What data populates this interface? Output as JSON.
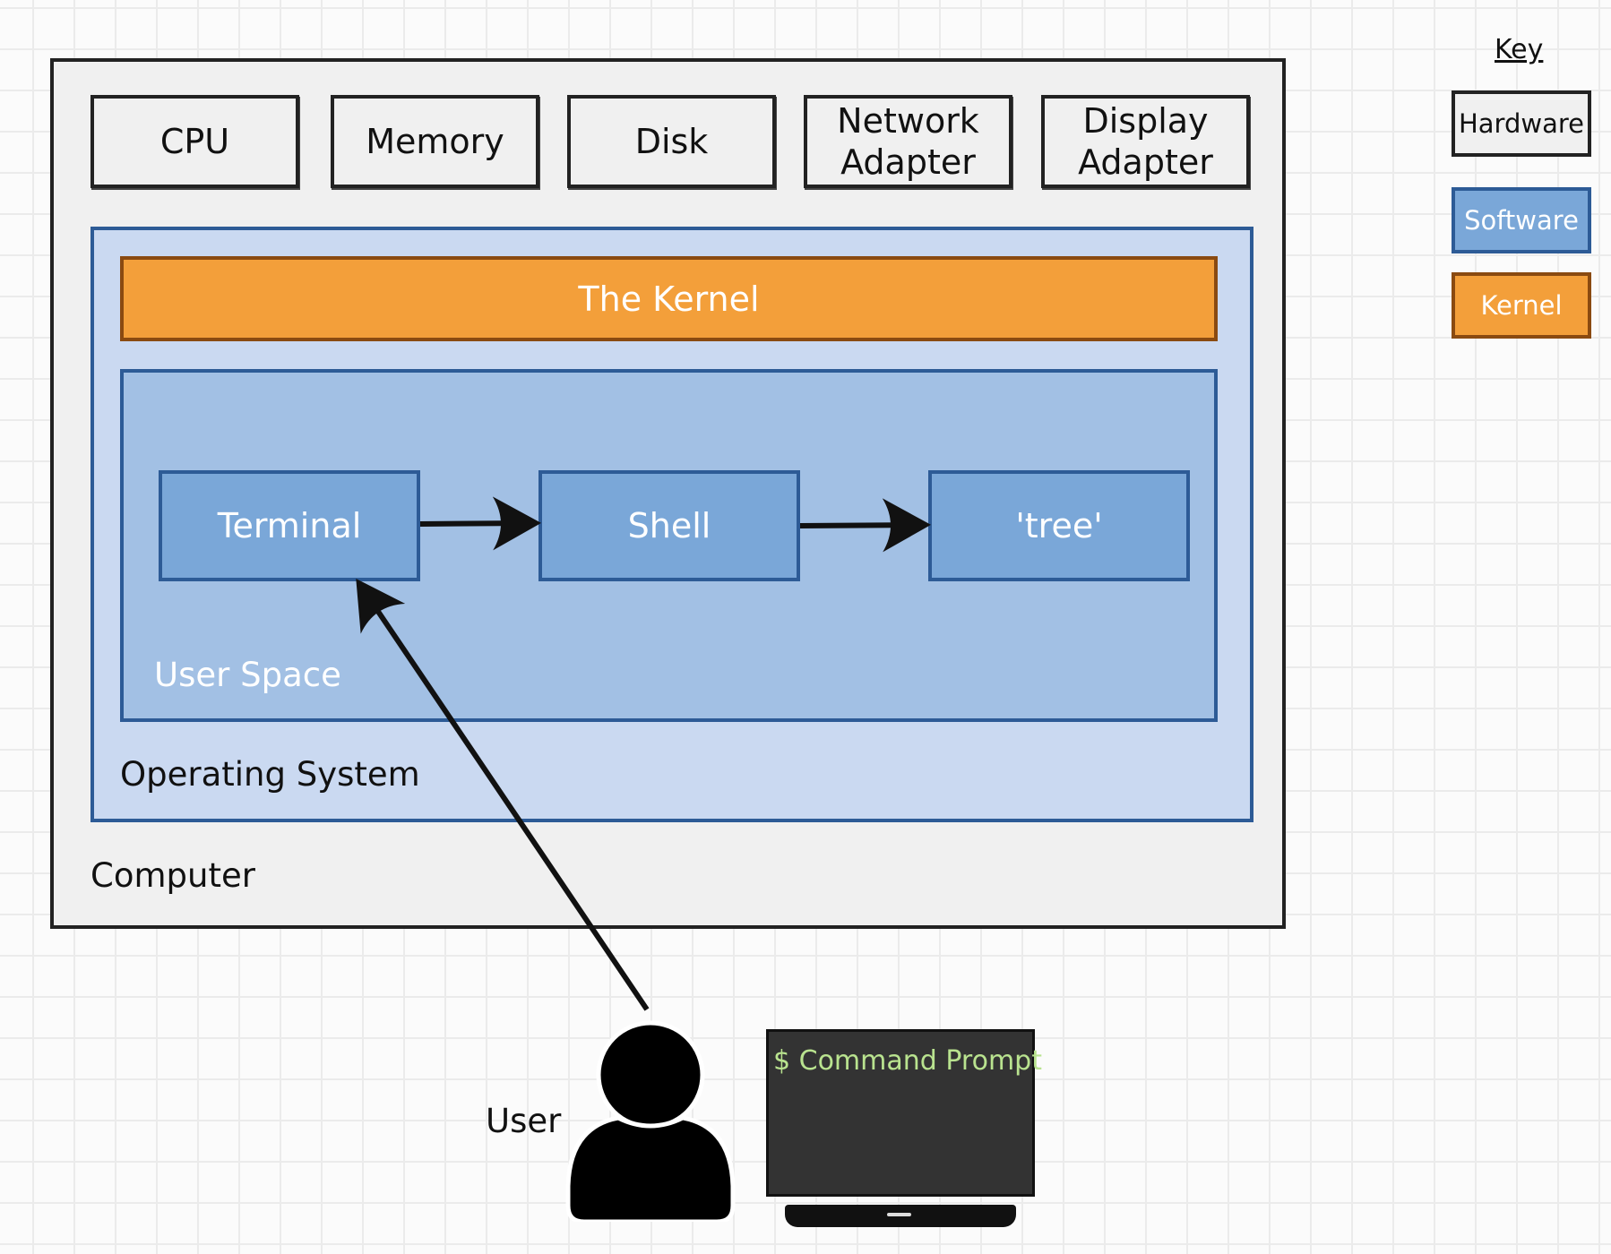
{
  "diagram": {
    "computer_label": "Computer",
    "os_label": "Operating System",
    "userspace_label": "User Space",
    "kernel_label": "The Kernel",
    "hardware": [
      "CPU",
      "Memory",
      "Disk",
      "Network\nAdapter",
      "Display\nAdapter"
    ],
    "software": [
      "Terminal",
      "Shell",
      "'tree'"
    ],
    "user_label": "User",
    "command_prompt": "$ Command Prompt"
  },
  "key": {
    "title": "Key",
    "hardware": "Hardware",
    "software": "Software",
    "kernel": "Kernel"
  },
  "colors": {
    "hardware_fill": "#f0f0f0",
    "software_fill": "#7aa7d8",
    "software_border": "#2d5b96",
    "kernel_fill": "#f39f3a",
    "os_fill": "#cad9f1",
    "userspace_fill": "#a2c0e4",
    "prompt_text": "#b9e38f"
  }
}
